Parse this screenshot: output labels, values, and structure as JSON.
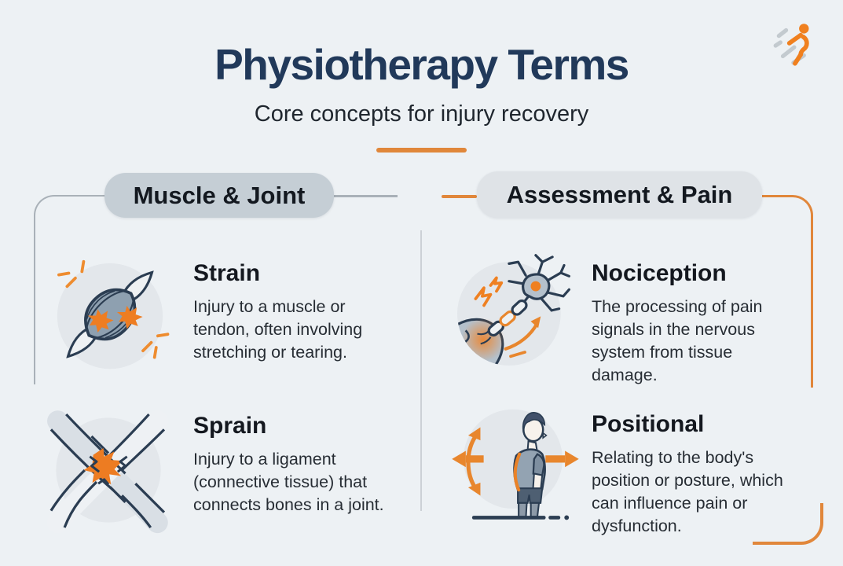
{
  "header": {
    "title": "Physiotherapy Terms",
    "subtitle": "Core concepts for injury recovery"
  },
  "branding": {
    "logo_icon": "runner-logo"
  },
  "colors": {
    "background": "#edf1f4",
    "accent_orange": "#e1873b",
    "title_navy": "#21395a",
    "pill_muscle_bg": "#c5ced5",
    "pill_assessment_bg": "#dfe3e7",
    "icon_circle_bg": "#e3e7eb",
    "icon_outline_navy": "#2b3d52",
    "connector_gray": "#a9b1b8"
  },
  "sections": [
    {
      "label": "Muscle & Joint",
      "items": [
        {
          "term": "Strain",
          "definition": "Injury to a muscle or tendon, often involving stretching or tearing.",
          "icon": "muscle-tear-icon"
        },
        {
          "term": "Sprain",
          "definition": "Injury to a ligament (connective tissue) that connects bones in a joint.",
          "icon": "joint-ligament-tear-icon"
        }
      ]
    },
    {
      "label": "Assessment & Pain",
      "items": [
        {
          "term": "Nociception",
          "definition": "The processing of pain signals in the nervous system from tissue damage.",
          "icon": "neuron-pain-signal-icon"
        },
        {
          "term": "Positional",
          "definition": "Relating to the body's position or posture, which can influence pain or dysfunction.",
          "icon": "posture-arrows-icon"
        }
      ]
    }
  ]
}
